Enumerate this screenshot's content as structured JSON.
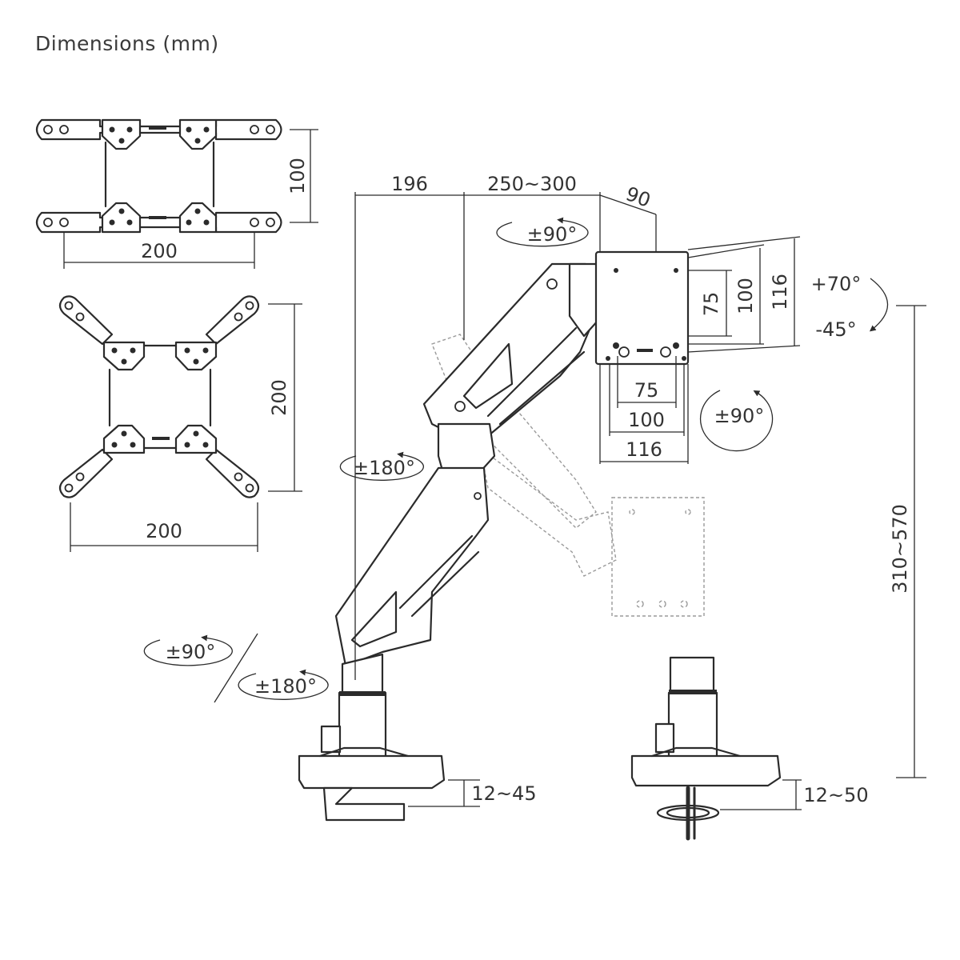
{
  "title": "Dimensions (mm)",
  "vesa_plate_small": {
    "height": "100",
    "width": "200"
  },
  "vesa_plate_large": {
    "height": "200",
    "width": "200"
  },
  "arm": {
    "depth_base": "196",
    "depth_extension": "250~300",
    "head_depth": "90",
    "head_swivel": "±90°",
    "elbow_rotation": "±180°",
    "base_rotation_upper": "±90°",
    "base_rotation_lower": "±180°",
    "height_range": "310~570"
  },
  "mount_head": {
    "vesa_v_small": "75",
    "vesa_v_medium": "100",
    "vesa_v_large": "116",
    "vesa_h_small": "75",
    "vesa_h_medium": "100",
    "vesa_h_large": "116",
    "tilt_up": "+70°",
    "tilt_down": "-45°",
    "rotation": "±90°"
  },
  "clamp": {
    "thickness": "12~45"
  },
  "grommet": {
    "thickness": "12~50"
  }
}
